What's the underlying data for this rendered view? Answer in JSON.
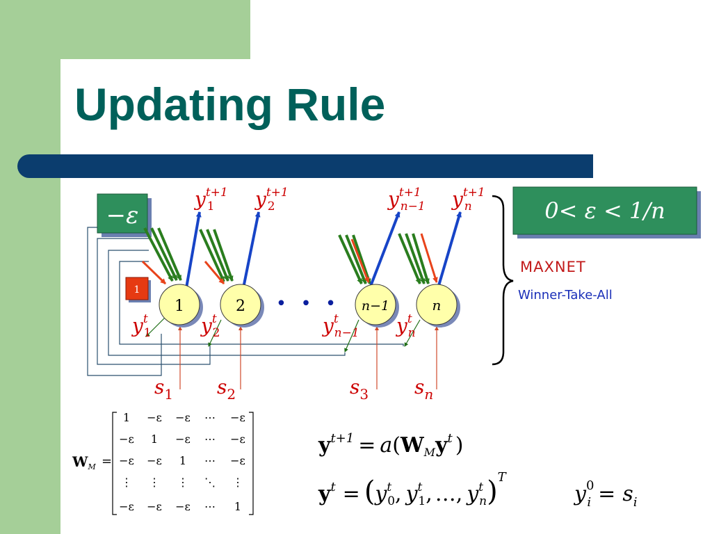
{
  "slide": {
    "title": "Updating Rule",
    "colors": {
      "title": "#00605a",
      "bar": "#0b3d6e",
      "green_box": "#2e8f5c",
      "node_fill": "#ffffaa",
      "red_label": "#cc0000",
      "blue_arrow": "#1744c7",
      "green_arrow": "#2a7d1e",
      "red_arrow": "#e8431b"
    }
  },
  "diagram": {
    "neg_eps_box": {
      "text": "−ε"
    },
    "self_weight_box": {
      "text": "1"
    },
    "nodes": [
      {
        "label": "1"
      },
      {
        "label": "2"
      },
      {
        "label": "n−1"
      },
      {
        "label": "n"
      }
    ],
    "ellipsis": "• • •",
    "outputs": [
      {
        "base": "y",
        "sup": "t+1",
        "sub": "1"
      },
      {
        "base": "y",
        "sup": "t+1",
        "sub": "2"
      },
      {
        "base": "y",
        "sup": "t+1",
        "sub": "n−1"
      },
      {
        "base": "y",
        "sup": "t+1",
        "sub": "n"
      }
    ],
    "states": [
      {
        "base": "y",
        "sup": "t",
        "sub": "1"
      },
      {
        "base": "y",
        "sup": "t",
        "sub": "2"
      },
      {
        "base": "y",
        "sup": "t",
        "sub": "n−1"
      },
      {
        "base": "y",
        "sup": "t",
        "sub": "n"
      }
    ],
    "inputs": [
      {
        "base": "s",
        "sub": "1"
      },
      {
        "base": "s",
        "sub": "2"
      },
      {
        "base": "s",
        "sub": "3"
      },
      {
        "base": "s",
        "sub": "n"
      }
    ]
  },
  "condition_box": {
    "text": "0< ε < 1/n"
  },
  "maxnet": {
    "title": "MAXNET",
    "subtitle": "Winner-Take-All"
  },
  "matrix": {
    "name": "W",
    "name_sub": "M",
    "equals": "=",
    "rows": [
      [
        "1",
        "−ε",
        "−ε",
        "⋯",
        "−ε"
      ],
      [
        "−ε",
        "1",
        "−ε",
        "⋯",
        "−ε"
      ],
      [
        "−ε",
        "−ε",
        "1",
        "⋯",
        "−ε"
      ],
      [
        "⋮",
        "⋮",
        "⋮",
        "⋱",
        "⋮"
      ],
      [
        "−ε",
        "−ε",
        "−ε",
        "⋯",
        "1"
      ]
    ]
  },
  "equations": {
    "update": {
      "lhs": "y",
      "lhs_sup": "t+1",
      "eq": "=",
      "fn": "a",
      "open": "(",
      "W": "W",
      "W_sub": "M",
      "y": "y",
      "y_sup": "t",
      "close": ")"
    },
    "state": {
      "lhs": "y",
      "lhs_sup": "t",
      "eq": "=",
      "open": "(",
      "terms": [
        {
          "base": "y",
          "sup": "t",
          "sub": "0"
        },
        {
          "base": "y",
          "sup": "t",
          "sub": "1"
        },
        {
          "base": "y",
          "sup": "t",
          "sub": "n"
        }
      ],
      "comma": ",",
      "dots": "…,",
      "close": ")",
      "T": "T"
    },
    "init": {
      "lhs": "y",
      "lhs_sup": "0",
      "lhs_sub": "i",
      "eq": "=",
      "rhs": "s",
      "rhs_sub": "i"
    }
  }
}
